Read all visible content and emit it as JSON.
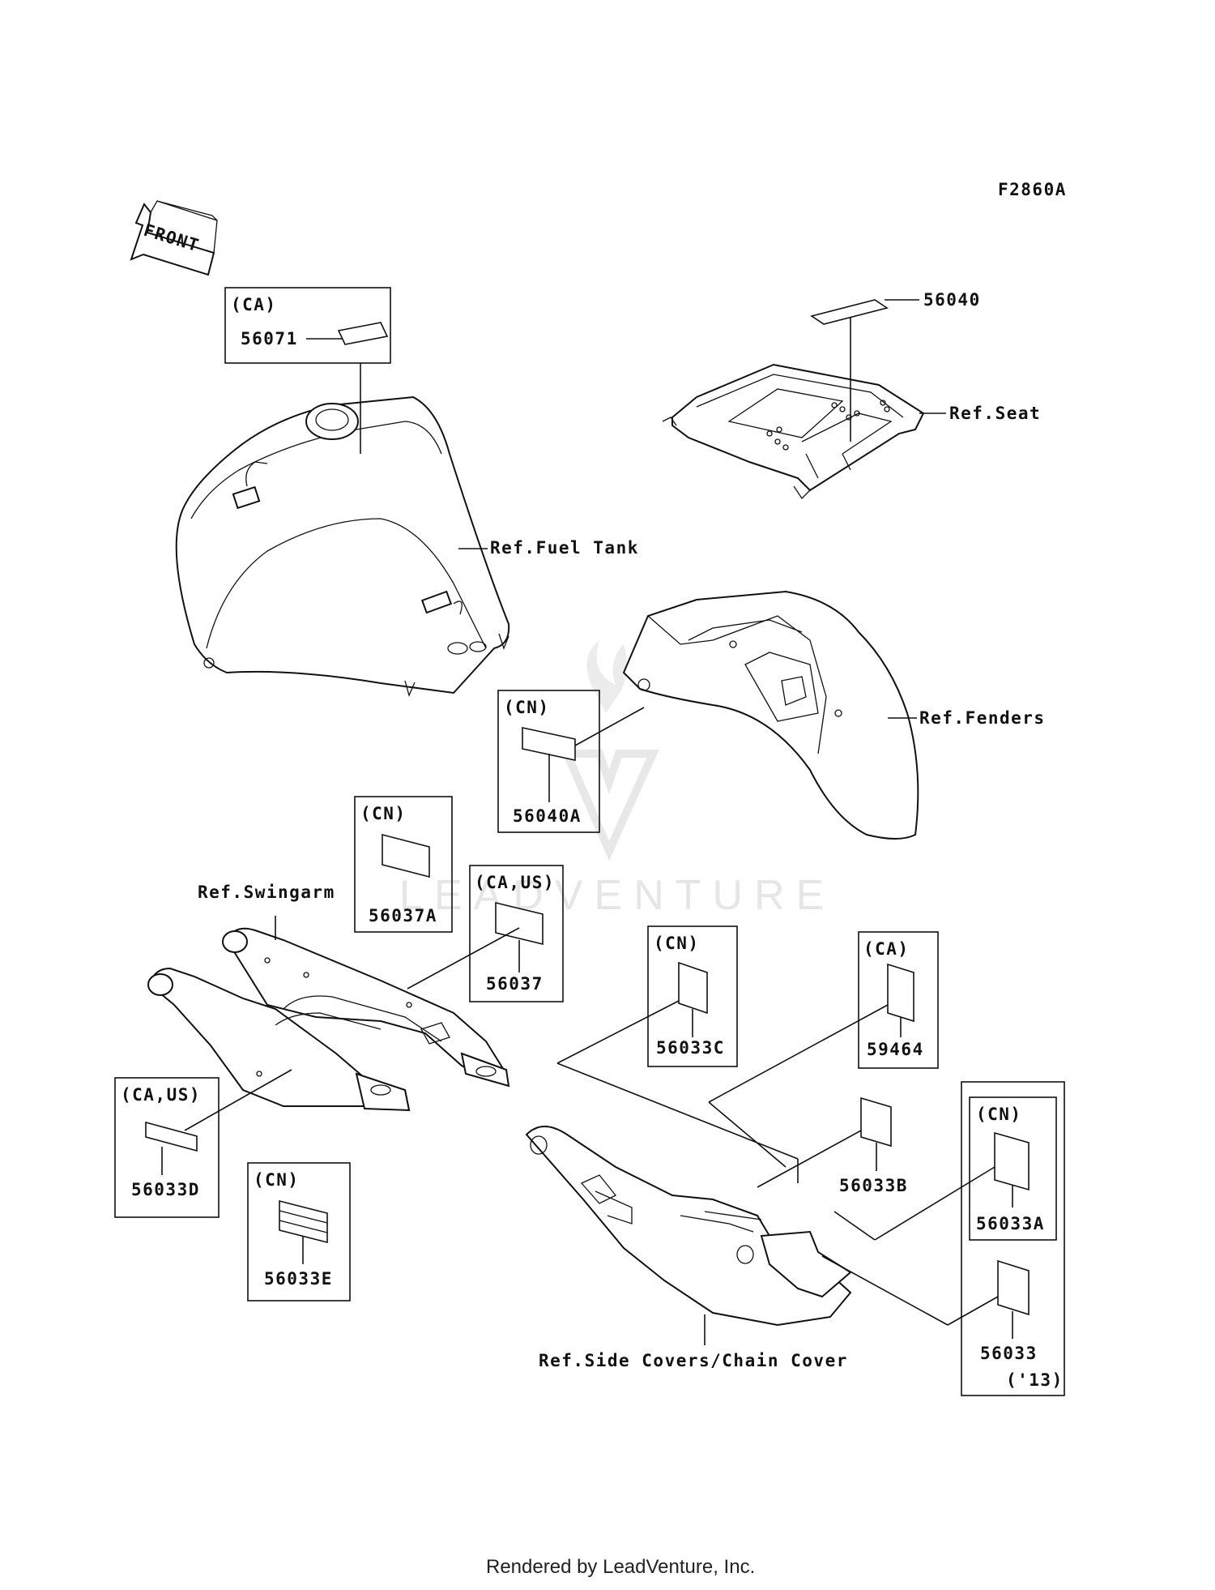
{
  "figure_code": "F2860A",
  "front_label": "FRONT",
  "watermark": "LEADVENTURE",
  "footer": "Rendered by LeadVenture, Inc.",
  "refs": {
    "fuel_tank": "Ref.Fuel Tank",
    "seat": "Ref.Seat",
    "fenders": "Ref.Fenders",
    "swingarm": "Ref.Swingarm",
    "side_covers": "Ref.Side Covers/Chain Cover"
  },
  "parts": [
    {
      "number": "56071",
      "region": "(CA)"
    },
    {
      "number": "56040",
      "region": ""
    },
    {
      "number": "56040A",
      "region": "(CN)"
    },
    {
      "number": "56037A",
      "region": "(CN)"
    },
    {
      "number": "56037",
      "region": "(CA,US)"
    },
    {
      "number": "56033D",
      "region": "(CA,US)"
    },
    {
      "number": "56033E",
      "region": "(CN)"
    },
    {
      "number": "56033C",
      "region": "(CN)"
    },
    {
      "number": "59464",
      "region": "(CA)"
    },
    {
      "number": "56033B",
      "region": ""
    },
    {
      "number": "56033A",
      "region": "(CN)"
    },
    {
      "number": "56033",
      "region": "",
      "note": "('13)"
    }
  ]
}
